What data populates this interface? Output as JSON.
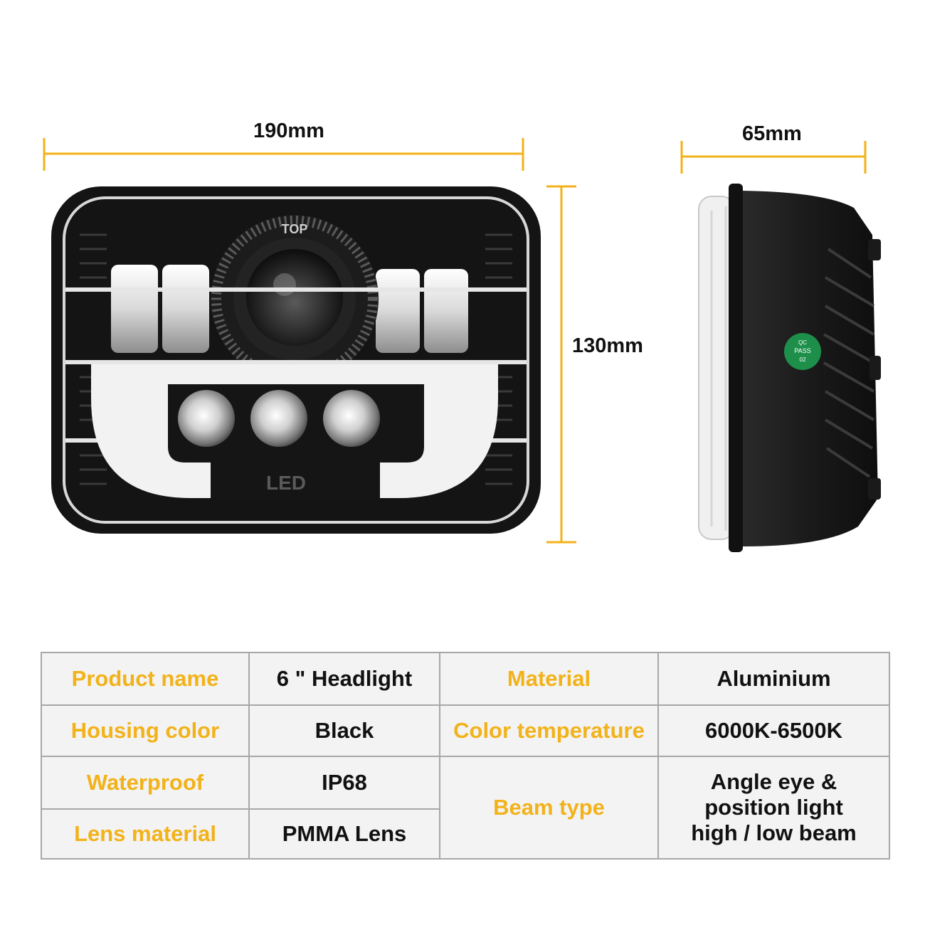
{
  "dimensions": {
    "width": "190mm",
    "height": "130mm",
    "depth": "65mm"
  },
  "lamp_markings": {
    "top": "TOP",
    "led": "LED",
    "qc_badge": [
      "QC",
      "PASS",
      "02"
    ]
  },
  "specs": {
    "product_name": {
      "label": "Product name",
      "value": "6 \" Headlight"
    },
    "material": {
      "label": "Material",
      "value": "Aluminium"
    },
    "housing_color": {
      "label": "Housing color",
      "value": "Black"
    },
    "color_temperature": {
      "label": "Color temperature",
      "value": "6000K-6500K"
    },
    "waterproof": {
      "label": "Waterproof",
      "value": "IP68"
    },
    "beam_type": {
      "label": "Beam type",
      "value_lines": [
        "Angle eye &",
        "position light",
        "high / low beam"
      ]
    },
    "lens_material": {
      "label": "Lens material",
      "value": "PMMA Lens"
    }
  },
  "colors": {
    "dimension_line": "#f2b21a",
    "label_text": "#f2b21a",
    "table_border": "#a7a7a7",
    "table_bg": "#f3f3f3",
    "housing": "#141414",
    "qc_badge": "#1e8f4a"
  },
  "icons": [
    "front-headlight-icon",
    "side-headlight-icon",
    "qc-pass-badge-icon"
  ]
}
